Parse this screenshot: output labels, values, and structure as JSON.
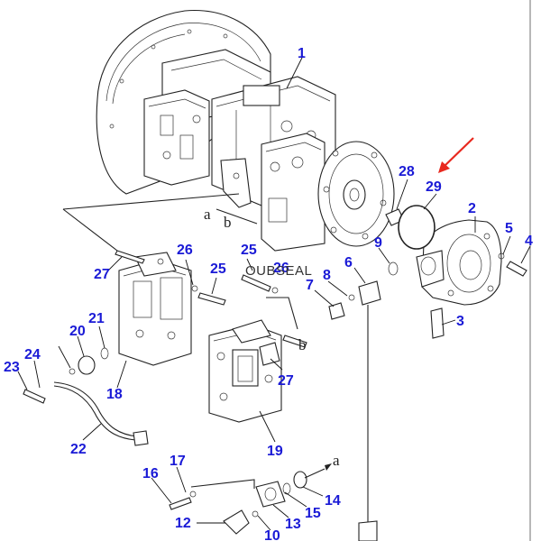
{
  "watermark": "OUBSEAL",
  "accent_color": "#e8281e",
  "callout_color": "#1a1ad6",
  "callouts": [
    {
      "id": "c1",
      "text": "1"
    },
    {
      "id": "c2",
      "text": "2"
    },
    {
      "id": "c3",
      "text": "3"
    },
    {
      "id": "c4",
      "text": "4"
    },
    {
      "id": "c5",
      "text": "5"
    },
    {
      "id": "c6",
      "text": "6"
    },
    {
      "id": "c7",
      "text": "7"
    },
    {
      "id": "c8",
      "text": "8"
    },
    {
      "id": "c9",
      "text": "9"
    },
    {
      "id": "c10",
      "text": "10"
    },
    {
      "id": "c12",
      "text": "12"
    },
    {
      "id": "c13",
      "text": "13"
    },
    {
      "id": "c14",
      "text": "14"
    },
    {
      "id": "c15",
      "text": "15"
    },
    {
      "id": "c16",
      "text": "16"
    },
    {
      "id": "c17",
      "text": "17"
    },
    {
      "id": "c18",
      "text": "18"
    },
    {
      "id": "c19",
      "text": "19"
    },
    {
      "id": "c20",
      "text": "20"
    },
    {
      "id": "c21",
      "text": "21"
    },
    {
      "id": "c22",
      "text": "22"
    },
    {
      "id": "c23",
      "text": "23"
    },
    {
      "id": "c24",
      "text": "24"
    },
    {
      "id": "c25a",
      "text": "25"
    },
    {
      "id": "c25b",
      "text": "25"
    },
    {
      "id": "c26a",
      "text": "26"
    },
    {
      "id": "c26b",
      "text": "26"
    },
    {
      "id": "c27a",
      "text": "27"
    },
    {
      "id": "c27b",
      "text": "27"
    },
    {
      "id": "c28",
      "text": "28"
    },
    {
      "id": "c29",
      "text": "29"
    }
  ],
  "connectors": {
    "a_top": "a",
    "b_top": "b",
    "b_mid": "b",
    "a_bottom": "a"
  }
}
